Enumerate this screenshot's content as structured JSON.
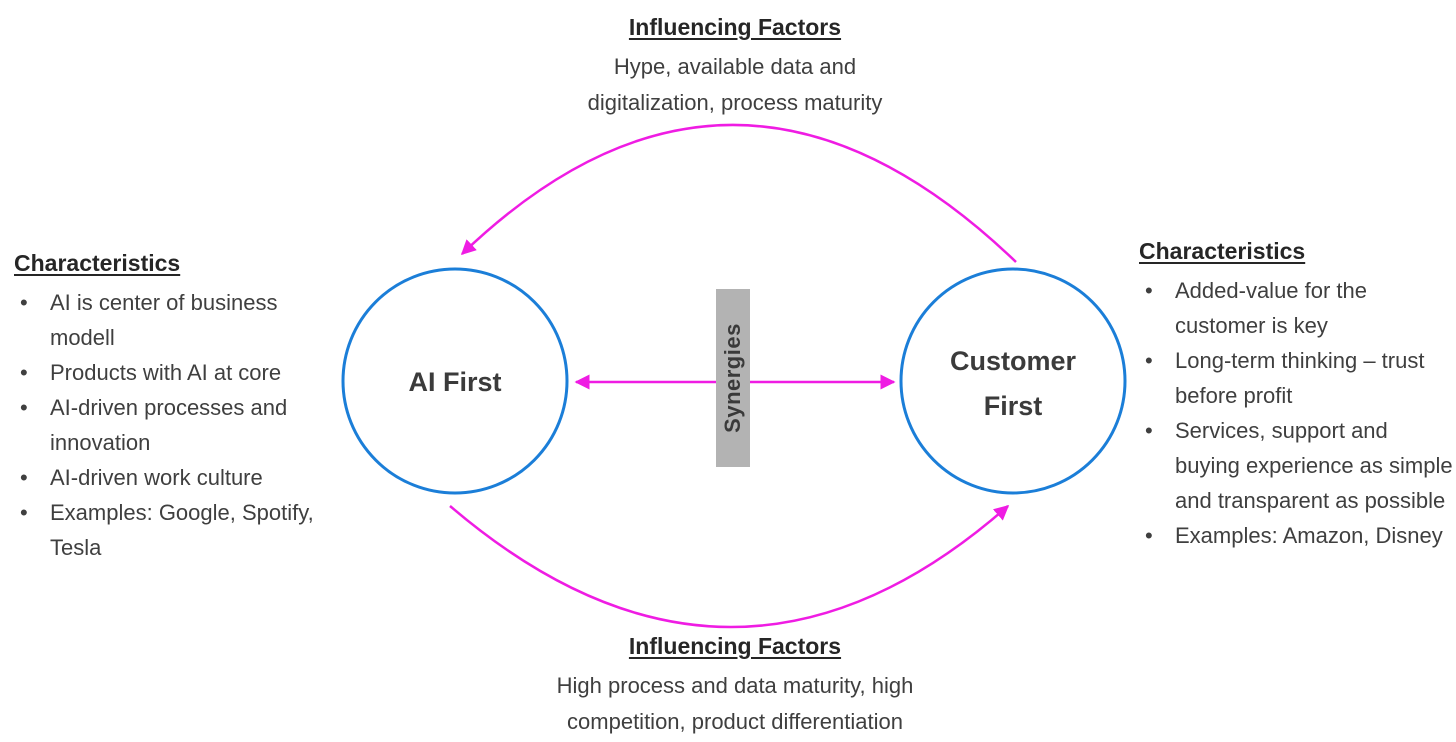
{
  "colors": {
    "circle": "#1b7ed8",
    "arrow": "#ef1ce3",
    "synergies_bg": "#b3b3b3",
    "heading_text": "#262626",
    "body_text": "#3f3f3f"
  },
  "top_factors": {
    "heading": "Influencing Factors",
    "line1": "Hype, available data and",
    "line2": "digitalization, process maturity"
  },
  "bottom_factors": {
    "heading": "Influencing Factors",
    "line1": "High process and data maturity, high",
    "line2": "competition, product differentiation"
  },
  "left_node": {
    "label": "AI First"
  },
  "right_node": {
    "label": "Customer First"
  },
  "synergies_label": "Synergies",
  "left_characteristics": {
    "heading": "Characteristics",
    "items": [
      "AI is center of business modell",
      "Products with AI at core",
      "AI-driven processes and innovation",
      "AI-driven work culture",
      "Examples: Google, Spotify, Tesla"
    ]
  },
  "right_characteristics": {
    "heading": "Characteristics",
    "items": [
      "Added-value for the customer is key",
      "Long-term thinking – trust before profit",
      "Services, support and buying experience as simple and transparent as possible",
      "Examples: Amazon, Disney"
    ]
  }
}
